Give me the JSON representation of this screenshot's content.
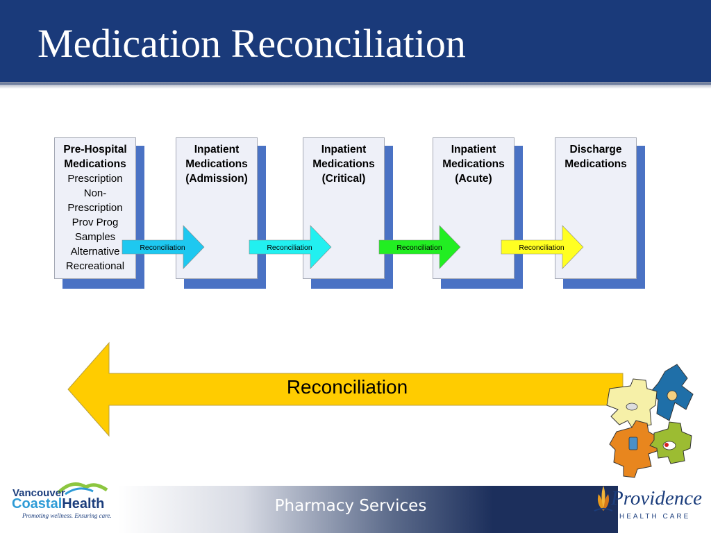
{
  "slide": {
    "title": "Medication Reconciliation"
  },
  "stages": [
    {
      "heading": "Pre-Hospital\nMedications",
      "items": [
        "Prescription",
        "Non-",
        "Prescription",
        "Prov Prog",
        "Samples",
        "Alternative",
        "Recreational"
      ]
    },
    {
      "heading": "Inpatient\nMedications\n(Admission)",
      "items": []
    },
    {
      "heading": "Inpatient\nMedications\n(Critical)",
      "items": []
    },
    {
      "heading": "Inpatient\nMedications\n(Acute)",
      "items": []
    },
    {
      "heading": "Discharge\nMedications",
      "items": []
    }
  ],
  "transitions": [
    {
      "label": "Reconciliation",
      "color": "#1ec8f0"
    },
    {
      "label": "Reconciliation",
      "color": "#22f0f0"
    },
    {
      "label": "Reconciliation",
      "color": "#22ee22"
    },
    {
      "label": "Reconciliation",
      "color": "#ffff22"
    }
  ],
  "big_arrow": {
    "label": "Reconciliation",
    "color": "#ffcc00"
  },
  "footer": {
    "center_text": "Pharmacy Services",
    "left_logo": {
      "line1": "Vancouver",
      "line2a": "Coastal",
      "line2b": "Health",
      "tagline": "Promoting wellness. Ensuring care."
    },
    "right_logo": {
      "name": "Providence",
      "sub": "HEALTH CARE"
    }
  },
  "decoration": {
    "puzzle": "puzzle-pieces-medication-icon"
  }
}
